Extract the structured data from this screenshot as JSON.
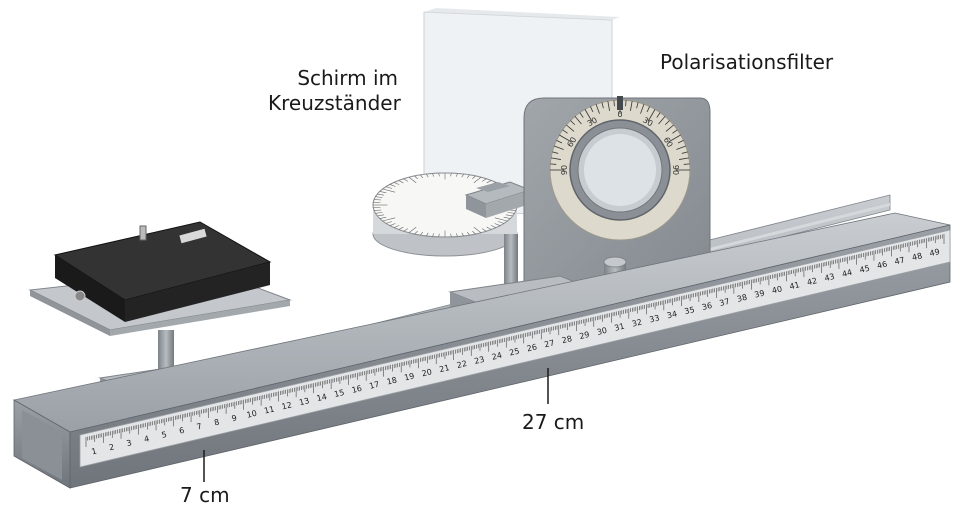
{
  "labels": {
    "screen_line1": "Schirm im",
    "screen_line2": "Kreuzständer",
    "polarizer": "Polarisationsfilter",
    "pos_left": "7 cm",
    "pos_right": "27 cm"
  },
  "bench_scale": {
    "start": 1,
    "end": 49
  },
  "protractor_labels": [
    "90",
    "60",
    "30",
    "0",
    "30",
    "60",
    "90"
  ],
  "colors": {
    "rail": "#a8adb2",
    "rail_dark": "#7e848a",
    "scale": "#e2e4e6",
    "box": "#1e1e1e",
    "screen": "#e8ecef",
    "ring": "#ddd9cc"
  }
}
